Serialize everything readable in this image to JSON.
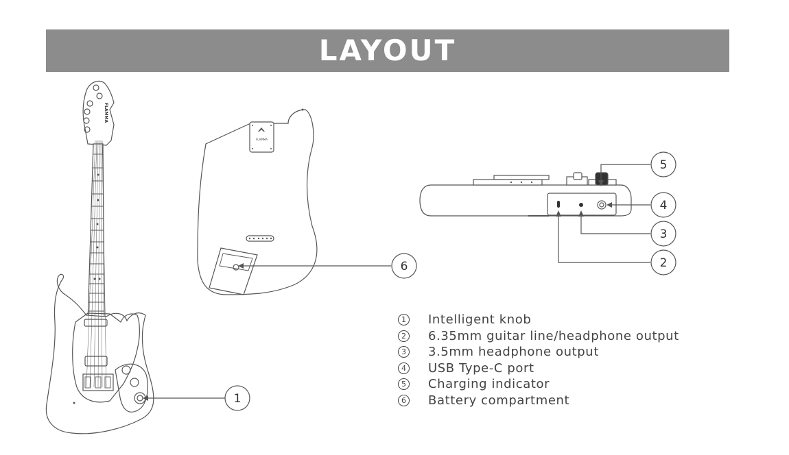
{
  "title": "LAYOUT",
  "colors": {
    "banner": "#8c8c8c",
    "banner_text": "#ffffff",
    "line": "#555555"
  },
  "callouts": [
    "1",
    "6",
    "5",
    "4",
    "3",
    "2"
  ],
  "headstock_brand": "FLAMMA",
  "plate_brand": "FLAMMA",
  "legend": [
    {
      "num": "1",
      "label": "Intelligent knob"
    },
    {
      "num": "2",
      "label": "6.35mm guitar line/headphone output"
    },
    {
      "num": "3",
      "label": "3.5mm headphone output"
    },
    {
      "num": "4",
      "label": "USB Type-C port"
    },
    {
      "num": "5",
      "label": "Charging indicator"
    },
    {
      "num": "6",
      "label": "Battery compartment"
    }
  ]
}
